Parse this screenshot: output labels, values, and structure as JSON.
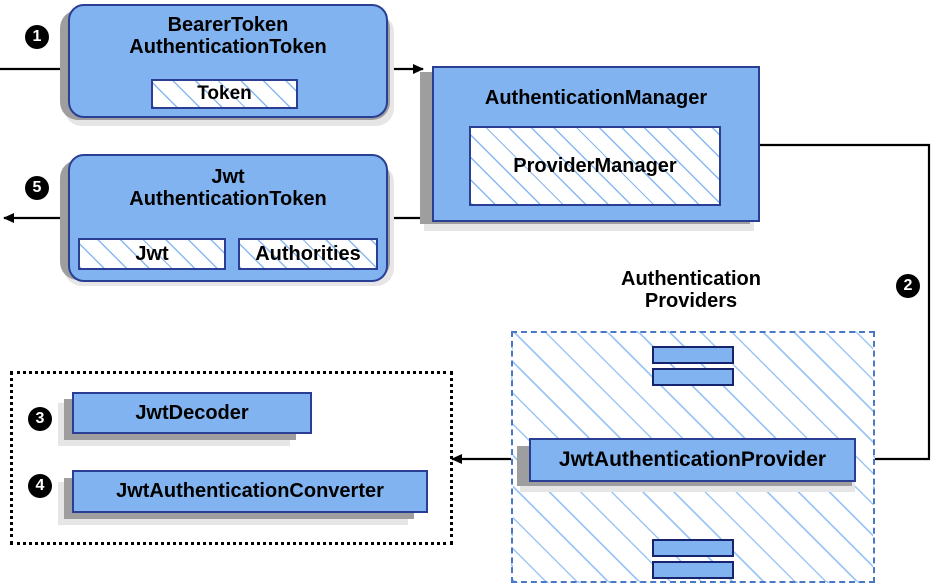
{
  "diagram": {
    "title": "Spring Security JWT Bearer Token Authentication Flow",
    "colors": {
      "box_fill": "#80b3f0",
      "box_border": "#2a3f94",
      "hatch_line": "#82b4f0",
      "providers_border": "#4a78c8",
      "dotted_border": "#000000",
      "shadow_dark": "#9e9e9e",
      "shadow_light": "#e6e6e6",
      "wire": "#000000",
      "badge_fill": "#000000",
      "badge_text": "#ffffff"
    }
  },
  "badges": [
    {
      "id": 1,
      "glyph": "1",
      "name": "step-1-badge"
    },
    {
      "id": 2,
      "glyph": "2",
      "name": "step-2-badge"
    },
    {
      "id": 3,
      "glyph": "3",
      "name": "step-3-badge"
    },
    {
      "id": 4,
      "glyph": "4",
      "name": "step-4-badge"
    },
    {
      "id": 5,
      "glyph": "5",
      "name": "step-5-badge"
    }
  ],
  "nodes": {
    "bearer_token": {
      "title": "BearerToken\nAuthenticationToken",
      "inner": [
        {
          "label": "Token"
        }
      ]
    },
    "jwt_token": {
      "title": "Jwt\nAuthenticationToken",
      "inner": [
        {
          "label": "Jwt"
        },
        {
          "label": "Authorities"
        }
      ]
    },
    "authentication_manager": {
      "title": "AuthenticationManager",
      "inner": [
        {
          "label": "ProviderManager"
        }
      ]
    },
    "providers": {
      "caption": "Authentication\nProviders",
      "provider_box": {
        "label": "JwtAuthenticationProvider"
      },
      "stub_count": 4
    },
    "converters": {
      "items": [
        {
          "label": "JwtDecoder"
        },
        {
          "label": "JwtAuthenticationConverter"
        }
      ]
    }
  }
}
